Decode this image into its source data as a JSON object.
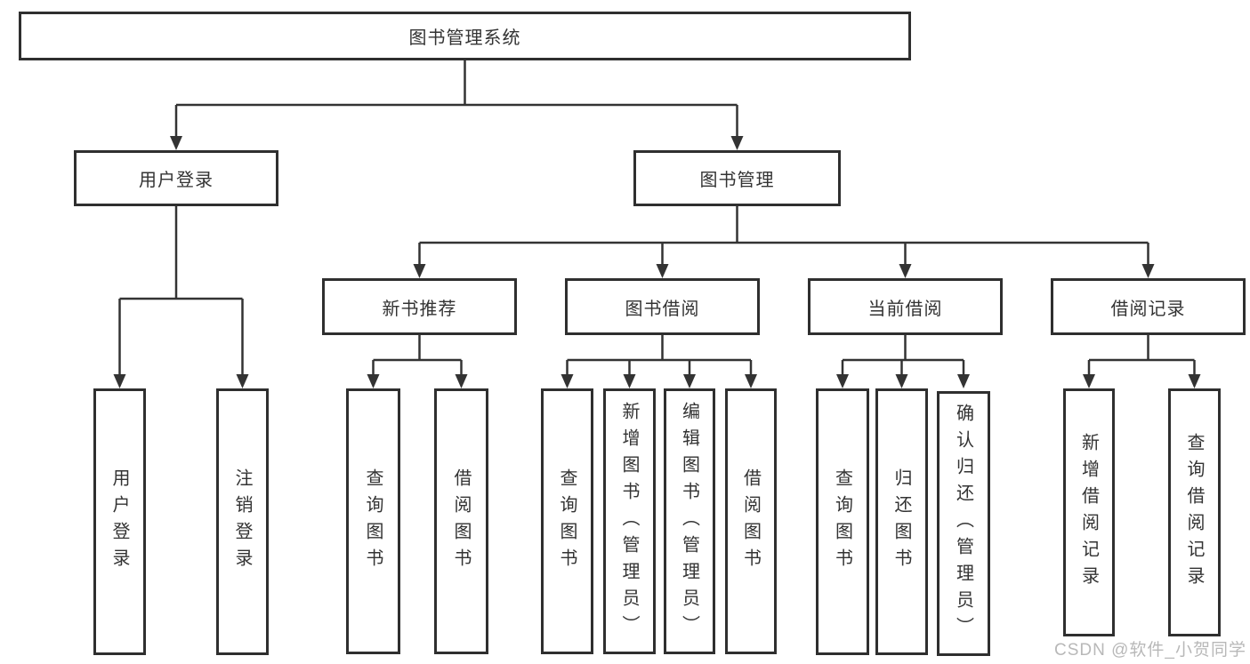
{
  "colors": {
    "background": "#ffffff",
    "line": "#333333",
    "border": "#2f2f2f",
    "text": "#333333",
    "watermark": "#b8b8b8"
  },
  "tree": {
    "root": "图书管理系统",
    "branches": [
      {
        "label": "用户登录",
        "children": [
          "用户登录",
          "注销登录"
        ]
      },
      {
        "label": "图书管理",
        "groups": [
          {
            "label": "新书推荐",
            "children": [
              "查询图书",
              "借阅图书"
            ]
          },
          {
            "label": "图书借阅",
            "children": [
              "查询图书",
              "新增图书（管理员）",
              "编辑图书（管理员）",
              "借阅图书"
            ]
          },
          {
            "label": "当前借阅",
            "children": [
              "查询图书",
              "归还图书",
              "确认归还（管理员）"
            ]
          },
          {
            "label": "借阅记录",
            "children": [
              "新增借阅记录",
              "查询借阅记录"
            ]
          }
        ]
      }
    ]
  },
  "watermark": {
    "text": "CSDN @软件_小贺同学"
  }
}
